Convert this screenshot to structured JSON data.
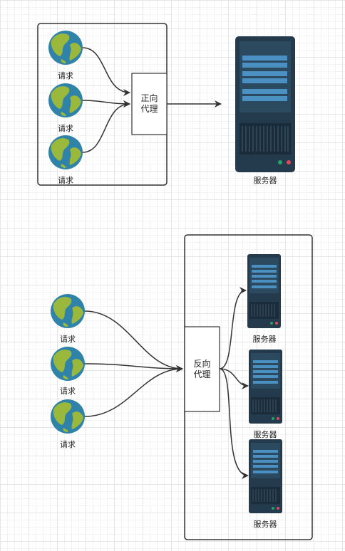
{
  "forward": {
    "request_label": "请求",
    "proxy_label_1": "正向",
    "proxy_label_2": "代理",
    "server_label": "服务器"
  },
  "reverse": {
    "request_label": "请求",
    "proxy_label_1": "反向",
    "proxy_label_2": "代理",
    "server_label": "服务器"
  },
  "colors": {
    "ocean": "#2f82a8",
    "land": "#9ab83c",
    "server_body": "#243b4d",
    "server_slot": "#4a90c2",
    "led_green": "#22a36b",
    "led_red": "#e04b5a",
    "stroke": "#333333"
  }
}
